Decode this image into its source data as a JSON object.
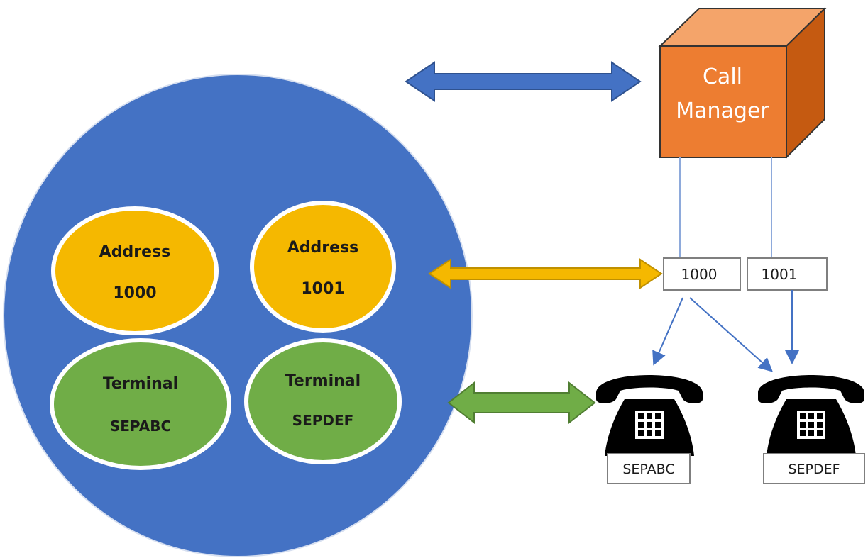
{
  "call_manager": {
    "line1": "Call",
    "line2": "Manager"
  },
  "addresses": [
    {
      "title": "Address",
      "value": "1000"
    },
    {
      "title": "Address",
      "value": "1001"
    }
  ],
  "terminals": [
    {
      "title": "Terminal",
      "value": "SEPABC"
    },
    {
      "title": "Terminal",
      "value": "SEPDEF"
    }
  ],
  "line_boxes": [
    "1000",
    "1001"
  ],
  "phone_labels": [
    "SEPABC",
    "SEPDEF"
  ],
  "colors": {
    "main_circle": "#4472c4",
    "address_fill": "#f5b800",
    "terminal_fill": "#70ad47",
    "cube_front": "#ed7d31",
    "cube_top": "#f4a46a",
    "cube_side": "#c55a11",
    "connector": "#8eaadb"
  }
}
